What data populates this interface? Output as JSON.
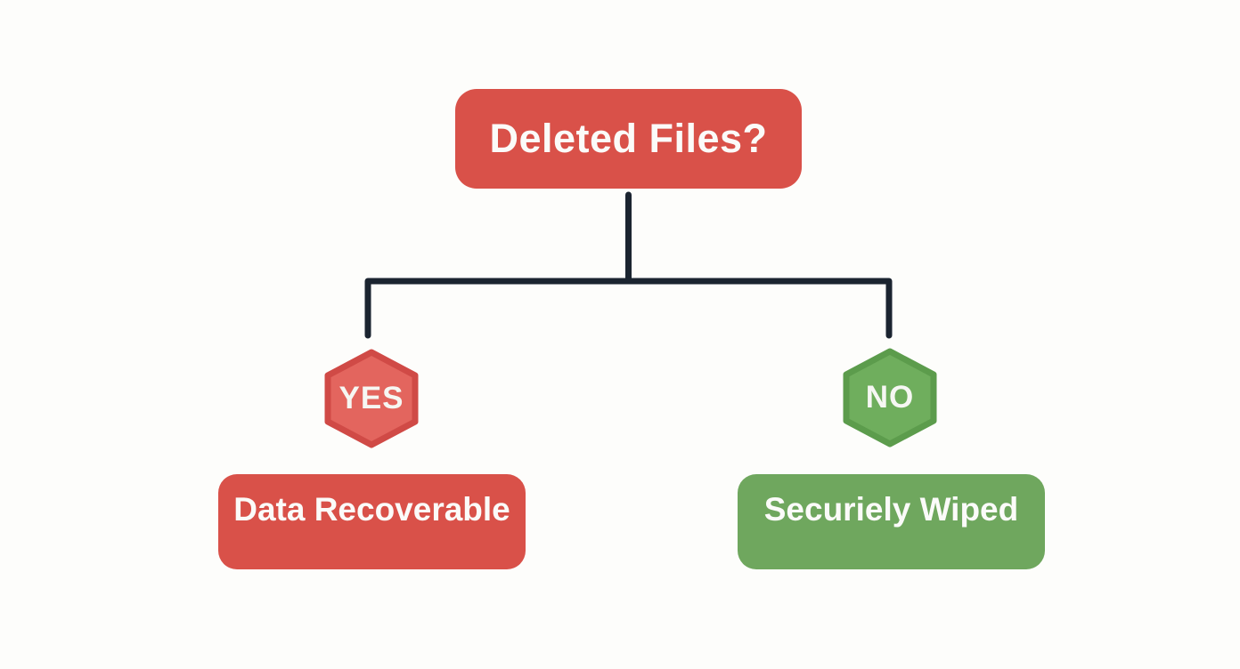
{
  "diagram": {
    "type": "flowchart",
    "root": {
      "label": "Deleted Files?",
      "color": "#d95149"
    },
    "branches": [
      {
        "decision": "YES",
        "decision_fill": "#e3655e",
        "decision_border": "#d04a46",
        "outcome": "Data Recoverable",
        "outcome_color": "#d95149"
      },
      {
        "decision": "NO",
        "decision_fill": "#6fae5d",
        "decision_border": "#5c9c4c",
        "outcome": "Securiely Wiped",
        "outcome_color": "#6fa75e"
      }
    ],
    "colors": {
      "background": "#fdfdfb",
      "connector": "#1b2430",
      "text": "#fbfbf9"
    }
  }
}
